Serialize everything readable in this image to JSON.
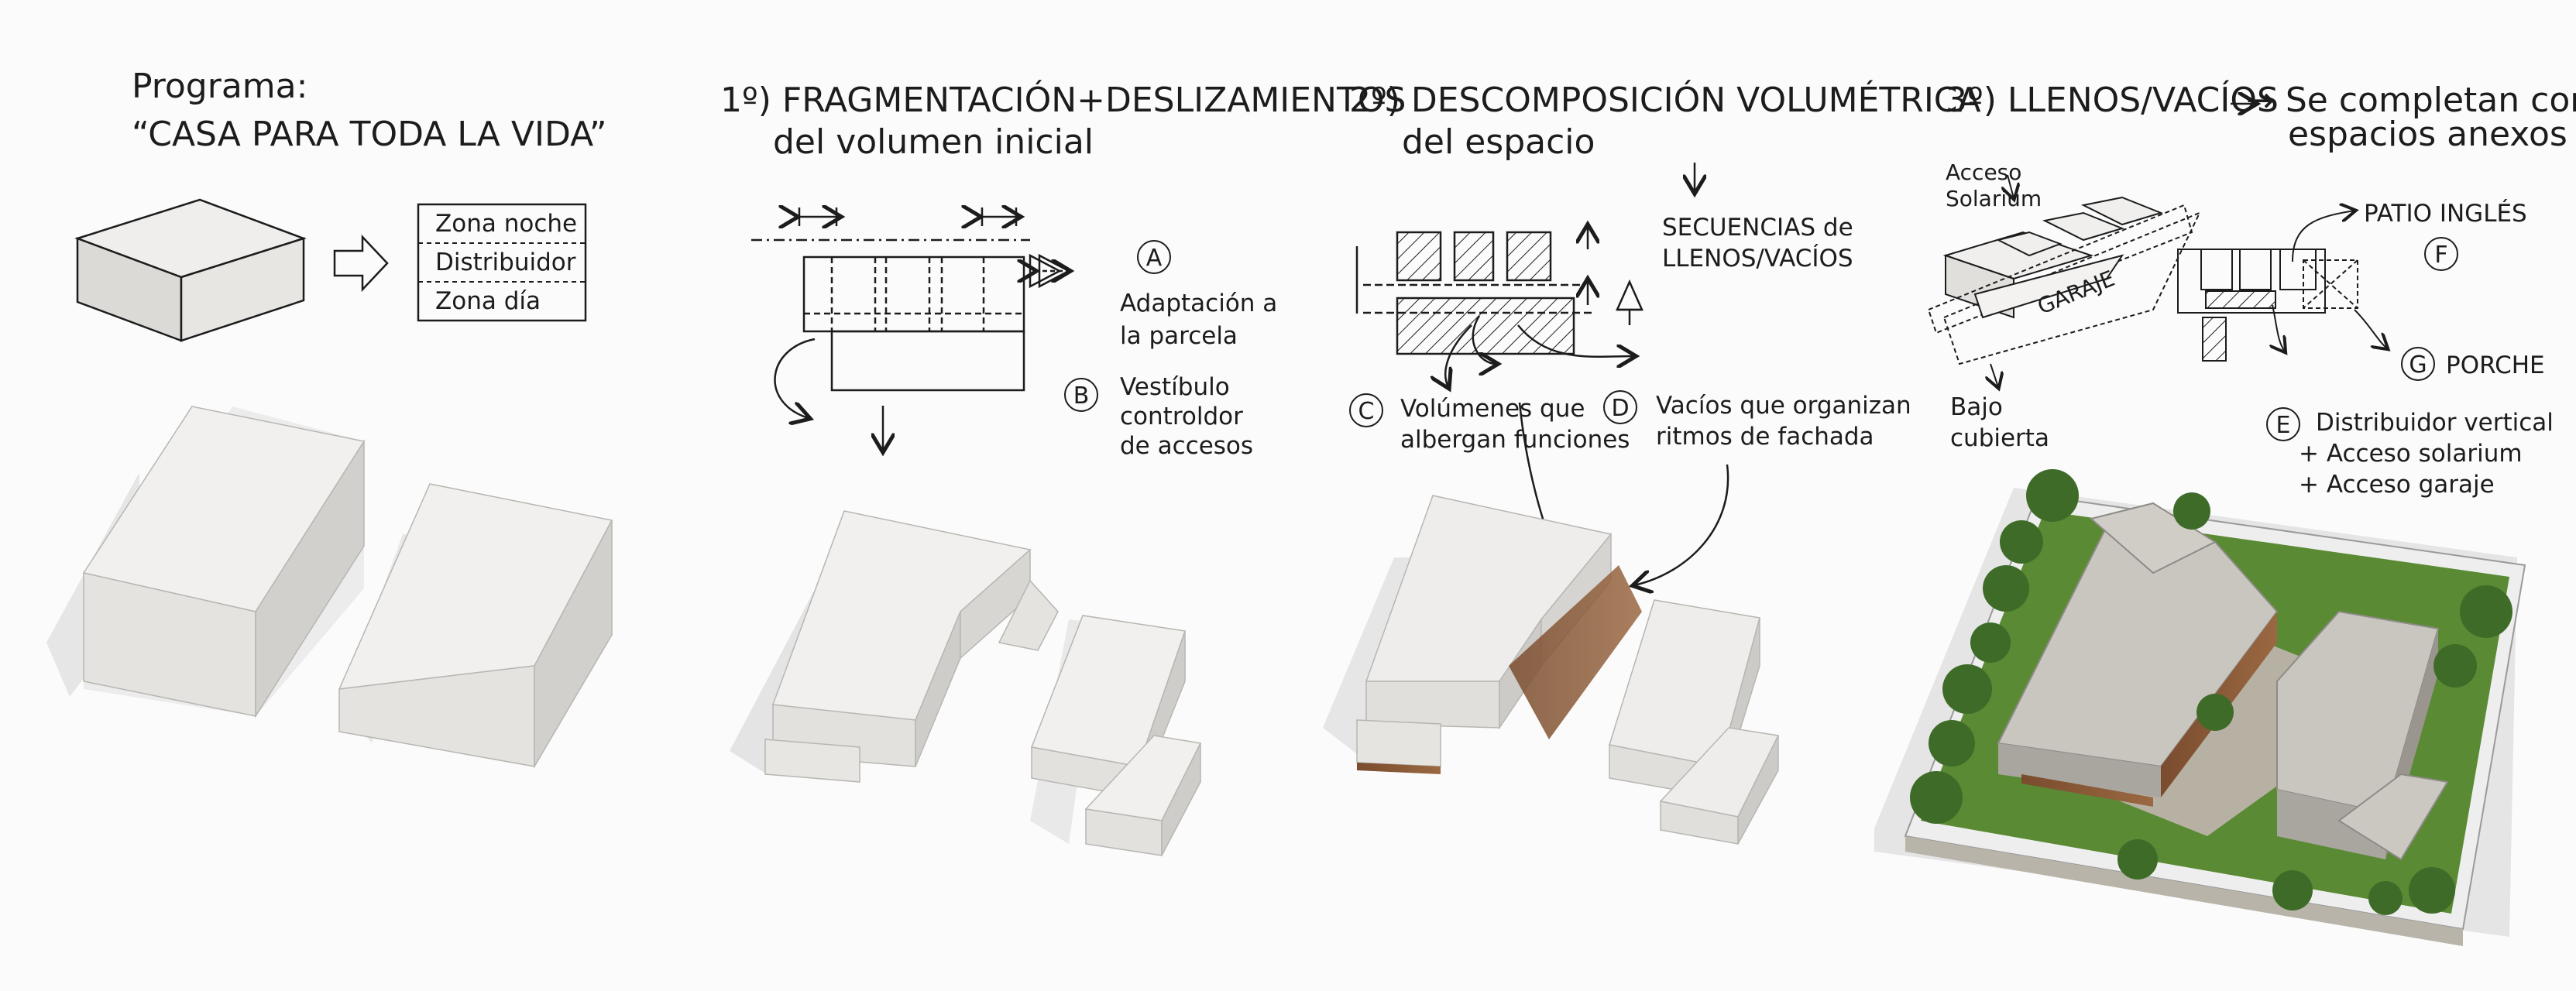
{
  "panel0": {
    "title_line1": "Programa:",
    "title_line2": "“CASA PARA TODA LA VIDA”",
    "zones": [
      "Zona noche",
      "Distribuidor",
      "Zona día"
    ]
  },
  "panel1": {
    "title_line1": "1º) FRAGMENTACIÓN+DESLIZAMIENTOS",
    "title_line2": "del volumen inicial",
    "note_a": {
      "letter": "A",
      "line1": "Adaptación a",
      "line2": "la parcela"
    },
    "note_b": {
      "letter": "B",
      "line1": "Vestíbulo",
      "line2": "controldor",
      "line3": "de accesos"
    }
  },
  "panel2": {
    "title_line1": "2º) DESCOMPOSICIÓN VOLUMÉTRICA",
    "title_line2": "del espacio",
    "seq_line1": "SECUENCIAS de",
    "seq_line2": "LLENOS/VACÍOS",
    "note_c": {
      "letter": "C",
      "line1": "Volúmenes que",
      "line2": "albergan funciones"
    },
    "note_d": {
      "letter": "D",
      "line1": "Vacíos que organizan",
      "line2": "ritmos de fachada"
    }
  },
  "panel3": {
    "title_line1": "3º) LLENOS/VACÍOS",
    "arrow_text_line1": "→ Se completan con",
    "arrow_text_line2": "espacios anexos",
    "acceso_line1": "Acceso",
    "acceso_line2": "Solarium",
    "garaje": "GARAJE",
    "bajo_line1": "Bajo",
    "bajo_line2": "cubierta",
    "patio": "PATIO INGLÉS",
    "letter_f": "F",
    "porche": "PORCHE",
    "letter_g": "G",
    "note_e": {
      "letter": "E",
      "line1": "Distribuidor vertical",
      "line2": "+ Acceso solarium",
      "line3": "+ Acceso garaje"
    }
  },
  "colors": {
    "ink": "#1c1c1c",
    "box_top": "#efeeec",
    "box_side": "#e3e1de",
    "box_dark": "#d4d2cf",
    "wood": "#8a5a3a",
    "grass": "#4f7a2c",
    "paving": "#bdb8ae",
    "shadow": "#cfcfcf"
  }
}
